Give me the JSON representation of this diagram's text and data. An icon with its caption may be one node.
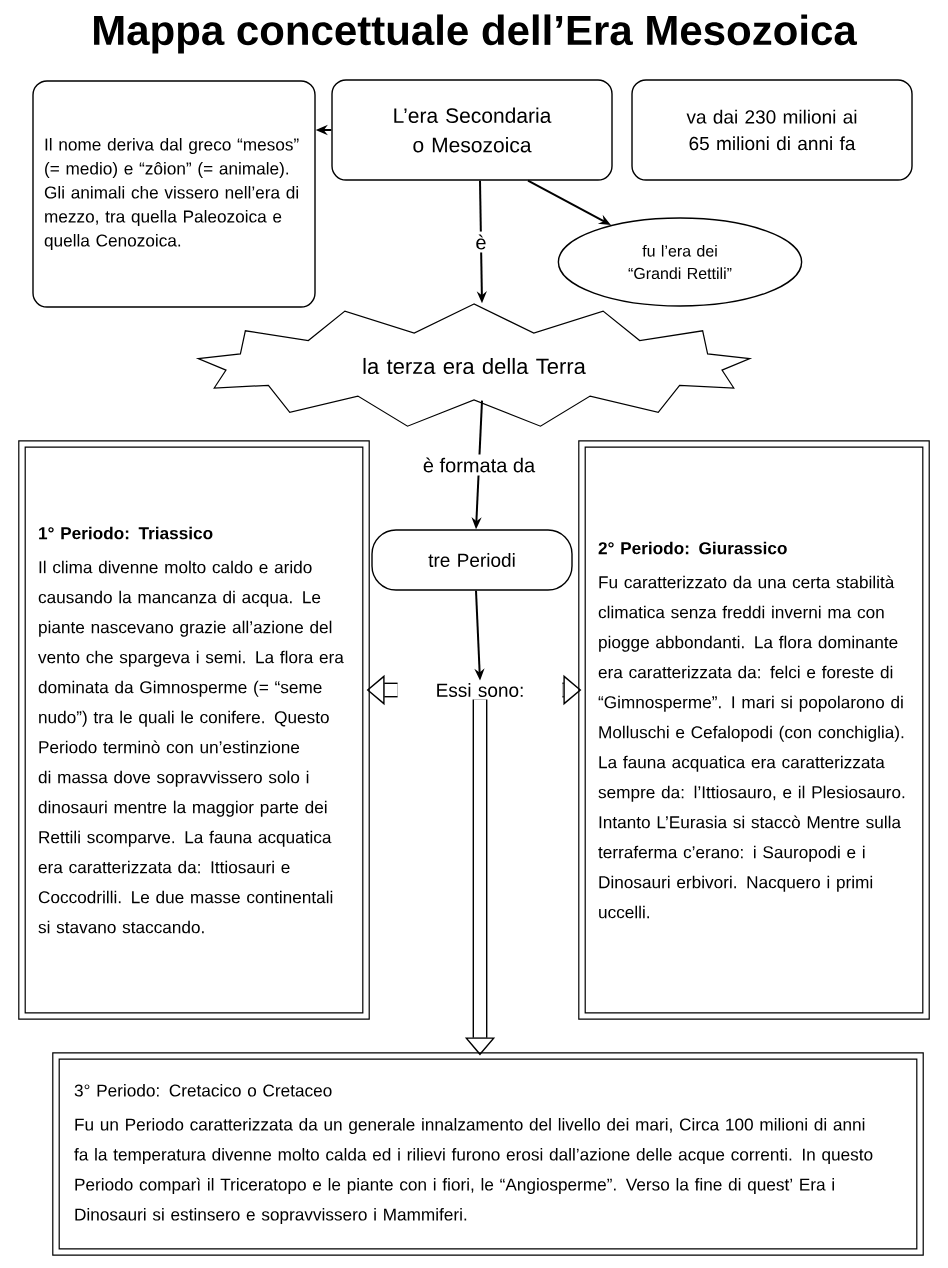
{
  "diagram": {
    "title": "Mappa concettuale dell’Era Mesozoica",
    "nodes": [
      {
        "text": [
          "Il nome deriva dal greco “mesos” (= medio) e “zôion” (= animale). Gli animali che vissero nell’era di mezzo, tra quella Paleozoica e quella Cenozoica."
        ]
      },
      {
        "text": [
          "L’era Secondaria o Mesozoica"
        ]
      },
      {
        "text": [
          "va dai 230 milioni ai 65 milioni di anni fa"
        ]
      },
      {
        "text": [
          "fu l’era dei “Grandi Rettili”"
        ]
      },
      {
        "text": [
          "la terza era della Terra"
        ]
      },
      {
        "text": [
          "tre Periodi"
        ]
      },
      {
        "text": [
          "1° Periodo: Triassico",
          "Il clima divenne molto caldo e arido causando la mancanza di acqua. Le piante nascevano grazie all’azione del vento che spargeva i semi. La flora era dominata da Gimnosperme (= “seme nudo”) tra le quali le conifere. Questo Periodo terminò con un’estinzione di massa dove sopravvissero solo i dinosauri mentre la maggior parte dei Rettili scomparve. La fauna acquatica era caratterizzata da: Ittiosauri e Coccodrilli. Le due masse continentali si stavano staccando."
        ]
      },
      {
        "text": [
          "2° Periodo: Giurassico",
          "Fu caratterizzato da una certa stabilità climatica senza freddi inverni ma con piogge abbondanti. La flora dominante era caratterizzata da: felci e foreste di “Gimnosperme”. I mari si popolarono di Molluschi e Cefalopodi (con conchiglia). La fauna acquatica era caratterizzata sempre da: l’Ittiosauro, e il Plesiosauro. Intanto L’Eurasia si staccò Mentre sulla terraferma c’erano: i Sauropodi e i Dinosauri erbivori. Nacquero i primi uccelli."
        ]
      },
      {
        "text": [
          "3° Periodo: Cretacico o Cretaceo",
          "Fu un Periodo caratterizzata da un generale innalzamento del livello dei mari, Circa 100 milioni di anni fa la temperatura divenne molto calda ed i rilievi furono erosi dall’azione delle acque correnti. In questo Periodo comparì il Triceratopo e le piante con i fiori, le “Angiosperme”. Verso la fine di quest’ Era i Dinosauri si estinsero e sopravvissero i Mammiferi."
        ]
      },
      {
        "text": [
          "Essi sono:"
        ]
      }
    ],
    "edges": [
      {
        "from": 1,
        "to": 0,
        "arrow": "to"
      },
      {
        "from": 1,
        "to": 3,
        "arrow": "to"
      },
      {
        "from": 1,
        "to": 4,
        "arrow": "to",
        "label": "è"
      },
      {
        "from": 4,
        "to": 5,
        "arrow": "to",
        "label": "è formata da"
      },
      {
        "from": 5,
        "to": 9,
        "arrow": "to"
      },
      {
        "from": 9,
        "to": 6,
        "arrow": "to",
        "style": "thick"
      },
      {
        "from": 9,
        "to": 7,
        "arrow": "to",
        "style": "thick"
      },
      {
        "from": 9,
        "to": 8,
        "arrow": "to",
        "style": "thick"
      }
    ]
  }
}
